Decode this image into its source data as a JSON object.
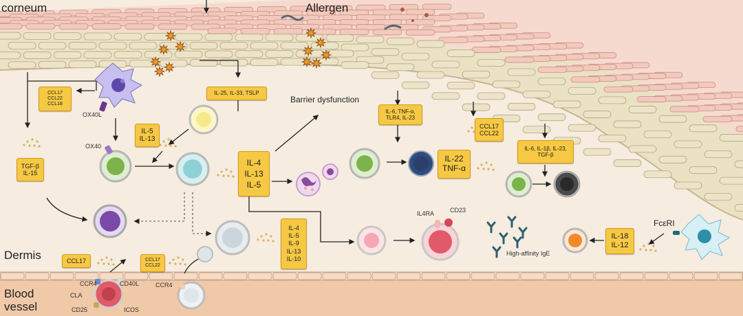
{
  "labels": {
    "stratum_corneum": "corneum",
    "allergen": "Allergen",
    "barrier_dysfunction": "Barrier dysfunction",
    "dermis": "Dermis",
    "blood_vessel_line1": "Blood",
    "blood_vessel_line2": "vessel",
    "ox40l": "OX40L",
    "ox40": "OX40",
    "il4ra": "IL4RA",
    "cd23": "CD23",
    "high_affinity_ige": "High-affinity IgE",
    "fceri": "FcεRI",
    "ccr4_a": "CCR4",
    "cd40l": "CD40L",
    "cla": "CLA",
    "cd25": "CD25",
    "icos": "ICOS",
    "ccr4_b": "CCR4"
  },
  "boxes": {
    "dc_chemokines": [
      "CCL17",
      "CCL22",
      "CCL18"
    ],
    "alarmins": [
      "IL-25, IL-33, TSLP"
    ],
    "il5_il13": [
      "IL-5",
      "IL-13"
    ],
    "tgfb_il15": [
      "TGF-β",
      "IL-15"
    ],
    "th2_cytokines": [
      "IL-4",
      "IL-13",
      "IL-5"
    ],
    "keratinocyte_cytokines": [
      "IL-6, TNF-α,",
      "TLR4, IL-23"
    ],
    "ccl17_ccl22_epi": [
      "CCL17",
      "CCL22"
    ],
    "th17_inducers": [
      "IL-6, IL-1β, IL-23,",
      "TGF-β"
    ],
    "il22_tnfa": [
      "IL-22",
      "TNF-α"
    ],
    "b_cell_help": [
      "IL-4",
      "IL-5",
      "IL-9",
      "IL-13",
      "IL-10"
    ],
    "il18_il12": [
      "IL-18",
      "IL-12"
    ],
    "ccl17_dermis": [
      "CCL17"
    ],
    "ccl17_ccl22_dermis": [
      "CCL17",
      "CCL22"
    ]
  },
  "colors": {
    "background": "#f6ece0",
    "corneum_cells": "#f2c9bd",
    "epidermis_cells": "#ece3c8",
    "cytokine_box": "#f6c844",
    "blood_vessel": "#f0c9a8"
  }
}
